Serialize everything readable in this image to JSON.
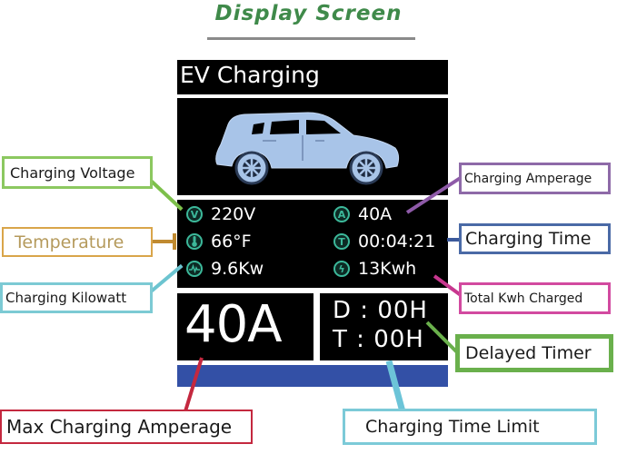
{
  "title": "Display Screen",
  "screen": {
    "header": "EV Charging",
    "car_icon": "suv-car-icon",
    "stats": [
      {
        "icon": "voltage-icon",
        "glyph": "V",
        "value": "220V"
      },
      {
        "icon": "thermometer-icon",
        "glyph": "🌡",
        "value": "66°F"
      },
      {
        "icon": "power-wave-icon",
        "glyph": "~",
        "value": "9.6Kw"
      },
      {
        "icon": "amperage-icon",
        "glyph": "A",
        "value": "40A"
      },
      {
        "icon": "timer-icon",
        "glyph": "T",
        "value": "00:04:21"
      },
      {
        "icon": "lightning-icon",
        "glyph": "ϟ",
        "value": "13Kwh"
      }
    ],
    "max_amperage": "40A",
    "delay": {
      "label": "D",
      "sep": ":",
      "value": "00H"
    },
    "time_limit": {
      "label": "T",
      "sep": ":",
      "value": "00H"
    }
  },
  "callouts": {
    "charging_voltage": "Charging Voltage",
    "temperature": "Temperature",
    "charging_kilowatt": "Charging Kilowatt",
    "charging_amperage": "Charging Amperage",
    "charging_time": "Charging Time",
    "total_kwh_charged": "Total Kwh Charged",
    "delayed_timer": "Delayed Timer",
    "max_charging_amperage": "Max Charging Amperage",
    "charging_time_limit": "Charging Time Limit"
  },
  "colors": {
    "title_green": "#3f8a4a",
    "icon_teal": "#3cb89a",
    "blue_bar": "#3350a6",
    "voltage": "#7dc04b",
    "temperature": "#d19a3a",
    "kilowatt": "#6cc4d0",
    "amperage": "#8e5aa8",
    "time": "#3c5a9c",
    "kwh": "#c8378f",
    "delayed": "#6ab04c",
    "max_amp": "#c4283f",
    "time_limit": "#6cc4d8"
  }
}
